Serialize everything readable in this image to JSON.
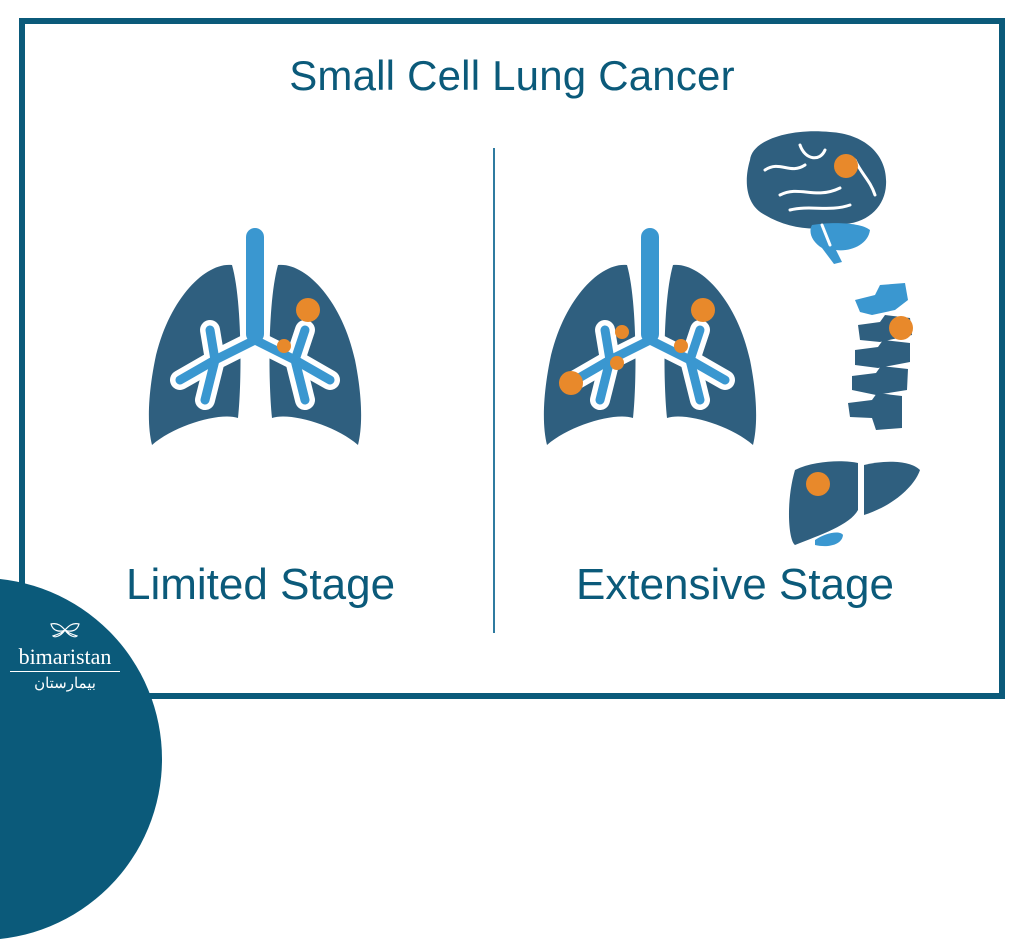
{
  "title": "Small Cell Lung Cancer",
  "stages": [
    {
      "label": "Limited Stage",
      "illustrations": [
        "lungs-icon"
      ],
      "tumor_sites": 2
    },
    {
      "label": "Extensive Stage",
      "illustrations": [
        "lungs-icon",
        "brain-icon",
        "spine-icon",
        "liver-icon"
      ],
      "tumor_sites": 8
    }
  ],
  "brand": {
    "name": "bimaristan",
    "arabic_name": "بيمارستان",
    "logo_icon": "butterfly-leaf-icon"
  },
  "colors": {
    "primary": "#0b5a7a",
    "organ_dark": "#2f5f7f",
    "organ_light": "#3a97d0",
    "tumor": "#e8892b",
    "background": "#ffffff"
  }
}
